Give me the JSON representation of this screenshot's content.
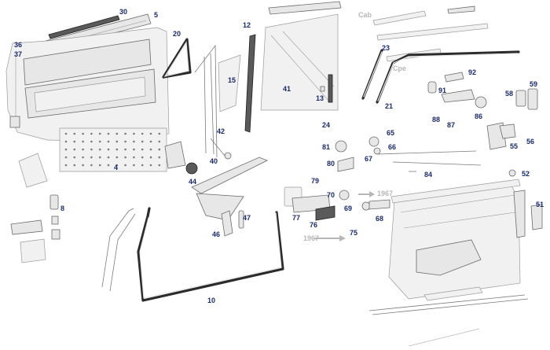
{
  "labels": {
    "l1": {
      "text": "30"
    },
    "l2": {
      "text": "5"
    },
    "l3": {
      "text": "36"
    },
    "l4": {
      "text": "37"
    },
    "l5": {
      "text": "20"
    },
    "l6": {
      "text": "12"
    },
    "l7": {
      "text": "15"
    },
    "l8": {
      "text": "41"
    },
    "l9": {
      "text": "13"
    },
    "l10": {
      "text": "24"
    },
    "l11": {
      "text": "23"
    },
    "l12": {
      "text": "21"
    },
    "l13": {
      "text": "92"
    },
    "l14": {
      "text": "91"
    },
    "l15": {
      "text": "59"
    },
    "l16": {
      "text": "58"
    },
    "l17": {
      "text": "86"
    },
    "l18": {
      "text": "88"
    },
    "l19": {
      "text": "87"
    },
    "l20": {
      "text": "55"
    },
    "l21": {
      "text": "56"
    },
    "l22": {
      "text": "4"
    },
    "l23": {
      "text": "42"
    },
    "l24": {
      "text": "40"
    },
    "l25": {
      "text": "44"
    },
    "l26": {
      "text": "8"
    },
    "l27": {
      "text": "81"
    },
    "l28": {
      "text": "80"
    },
    "l29": {
      "text": "65"
    },
    "l30": {
      "text": "66"
    },
    "l31": {
      "text": "67"
    },
    "l32": {
      "text": "84"
    },
    "l33": {
      "text": "52"
    },
    "l34": {
      "text": "79"
    },
    "l35": {
      "text": "70"
    },
    "l36": {
      "text": "77"
    },
    "l37": {
      "text": "69"
    },
    "l38": {
      "text": "68"
    },
    "l39": {
      "text": "76"
    },
    "l40": {
      "text": "75"
    },
    "l41": {
      "text": "47"
    },
    "l42": {
      "text": "46"
    },
    "l43": {
      "text": "51"
    },
    "l44": {
      "text": "10"
    }
  },
  "tags": {
    "cab": "Cab",
    "cpe": "Cpe",
    "year_right": "1967",
    "year_left": "1967"
  }
}
